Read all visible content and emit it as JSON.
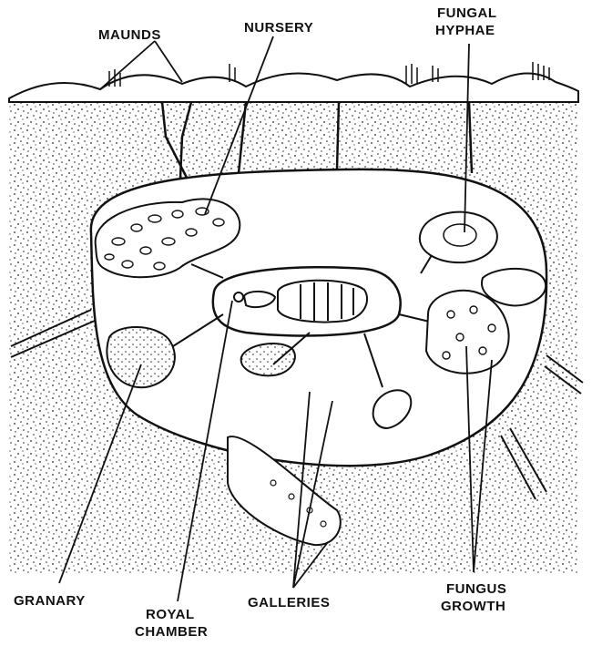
{
  "labels": {
    "maunds": "MAUNDS",
    "nursery": "NURSERY",
    "fungal_hyphae_1": "FUNGAL",
    "fungal_hyphae_2": "HYPHAE",
    "granary": "GRANARY",
    "royal_chamber_1": "ROYAL",
    "royal_chamber_2": "CHAMBER",
    "galleries": "GALLERIES",
    "fungus_growth_1": "FUNGUS",
    "fungus_growth_2": "GROWTH"
  },
  "colors": {
    "ink": "#111111",
    "soil_dots": "#222222",
    "background": "#ffffff"
  }
}
